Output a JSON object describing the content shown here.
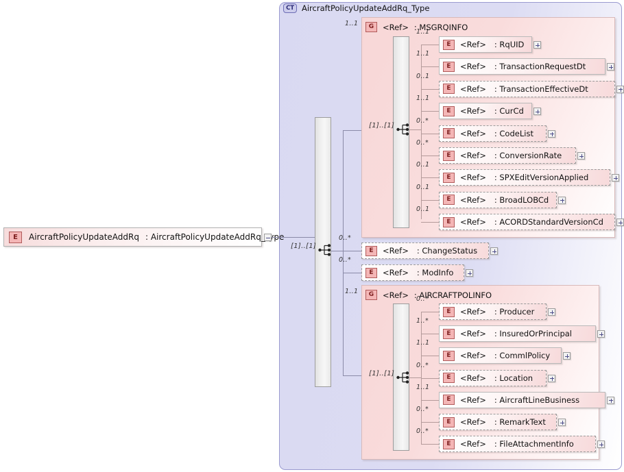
{
  "diagram": {
    "kind": "xsd-schema-diagram",
    "root_element": {
      "icon": "element-icon",
      "icon_label": "E",
      "name": "AircraftPolicyUpdateAddRq",
      "separator": ":",
      "type": "AircraftPolicyUpdateAddRq_Type",
      "toggle": "minus"
    },
    "complex_type": {
      "icon": "complextype-icon",
      "icon_label": "CT",
      "title": "AircraftPolicyUpdateAddRq_Type",
      "compositor": "sequence",
      "compositor_occurrence": "[1]..[1]",
      "children_refs": [
        "MSGRQINFO",
        "ChangeStatus",
        "ModInfo",
        "AIRCRAFTPOLINFO"
      ]
    },
    "groups": [
      {
        "id": "msgrqinfo",
        "icon_label": "G",
        "ref_label": "<Ref>",
        "separator": ":",
        "name": "MSGRQINFO",
        "occurrence": "1..1",
        "compositor": "sequence",
        "compositor_occurrence": "[1]..[1]",
        "items": [
          {
            "occ": "1..1",
            "icon_label": "E",
            "ref_label": "<Ref>",
            "separator": ":",
            "name": "RqUID",
            "style": "solid",
            "toggle": "plus"
          },
          {
            "occ": "1..1",
            "icon_label": "E",
            "ref_label": "<Ref>",
            "separator": ":",
            "name": "TransactionRequestDt",
            "style": "solid",
            "toggle": "plus"
          },
          {
            "occ": "0..1",
            "icon_label": "E",
            "ref_label": "<Ref>",
            "separator": ":",
            "name": "TransactionEffectiveDt",
            "style": "dashed",
            "toggle": "plus"
          },
          {
            "occ": "1..1",
            "icon_label": "E",
            "ref_label": "<Ref>",
            "separator": ":",
            "name": "CurCd",
            "style": "solid",
            "toggle": "plus"
          },
          {
            "occ": "0..*",
            "icon_label": "E",
            "ref_label": "<Ref>",
            "separator": ":",
            "name": "CodeList",
            "style": "dashed",
            "toggle": "plus"
          },
          {
            "occ": "0..*",
            "icon_label": "E",
            "ref_label": "<Ref>",
            "separator": ":",
            "name": "ConversionRate",
            "style": "dashed",
            "toggle": "plus"
          },
          {
            "occ": "0..1",
            "icon_label": "E",
            "ref_label": "<Ref>",
            "separator": ":",
            "name": "SPXEditVersionApplied",
            "style": "dashed",
            "toggle": "plus"
          },
          {
            "occ": "0..1",
            "icon_label": "E",
            "ref_label": "<Ref>",
            "separator": ":",
            "name": "BroadLOBCd",
            "style": "dashed",
            "toggle": "plus"
          },
          {
            "occ": "0..1",
            "icon_label": "E",
            "ref_label": "<Ref>",
            "separator": ":",
            "name": "ACORDStandardVersionCd",
            "style": "dashed",
            "toggle": "plus"
          }
        ]
      },
      {
        "id": "aircraftpolinfo",
        "icon_label": "G",
        "ref_label": "<Ref>",
        "separator": ":",
        "name": "AIRCRAFTPOLINFO",
        "occurrence": "1..1",
        "compositor": "sequence",
        "compositor_occurrence": "[1]..[1]",
        "items": [
          {
            "occ": "0..*",
            "icon_label": "E",
            "ref_label": "<Ref>",
            "separator": ":",
            "name": "Producer",
            "style": "dashed",
            "toggle": "plus"
          },
          {
            "occ": "1..*",
            "icon_label": "E",
            "ref_label": "<Ref>",
            "separator": ":",
            "name": "InsuredOrPrincipal",
            "style": "solid",
            "toggle": "plus"
          },
          {
            "occ": "1..1",
            "icon_label": "E",
            "ref_label": "<Ref>",
            "separator": ":",
            "name": "CommlPolicy",
            "style": "solid",
            "toggle": "plus"
          },
          {
            "occ": "0..*",
            "icon_label": "E",
            "ref_label": "<Ref>",
            "separator": ":",
            "name": "Location",
            "style": "dashed",
            "toggle": "plus"
          },
          {
            "occ": "1..1",
            "icon_label": "E",
            "ref_label": "<Ref>",
            "separator": ":",
            "name": "AircraftLineBusiness",
            "style": "solid",
            "toggle": "plus"
          },
          {
            "occ": "0..*",
            "icon_label": "E",
            "ref_label": "<Ref>",
            "separator": ":",
            "name": "RemarkText",
            "style": "dashed",
            "toggle": "plus"
          },
          {
            "occ": "0..*",
            "icon_label": "E",
            "ref_label": "<Ref>",
            "separator": ":",
            "name": "FileAttachmentInfo",
            "style": "dashed",
            "toggle": "plus"
          }
        ]
      }
    ],
    "standalone_items": [
      {
        "occ": "0..*",
        "icon_label": "E",
        "ref_label": "<Ref>",
        "separator": ":",
        "name": "ChangeStatus",
        "style": "dashed",
        "toggle": "plus"
      },
      {
        "occ": "0..*",
        "icon_label": "E",
        "ref_label": "<Ref>",
        "separator": ":",
        "name": "ModInfo",
        "style": "dashed",
        "toggle": "plus"
      }
    ],
    "colors": {
      "container_fill": "#dcdcf3",
      "container_border": "#9a9ad0",
      "group_fill": "#f8d7d7",
      "element_icon_fill": "#f4b6b6",
      "element_icon_border": "#b05a5a",
      "connector": "#8a8aa8"
    }
  }
}
